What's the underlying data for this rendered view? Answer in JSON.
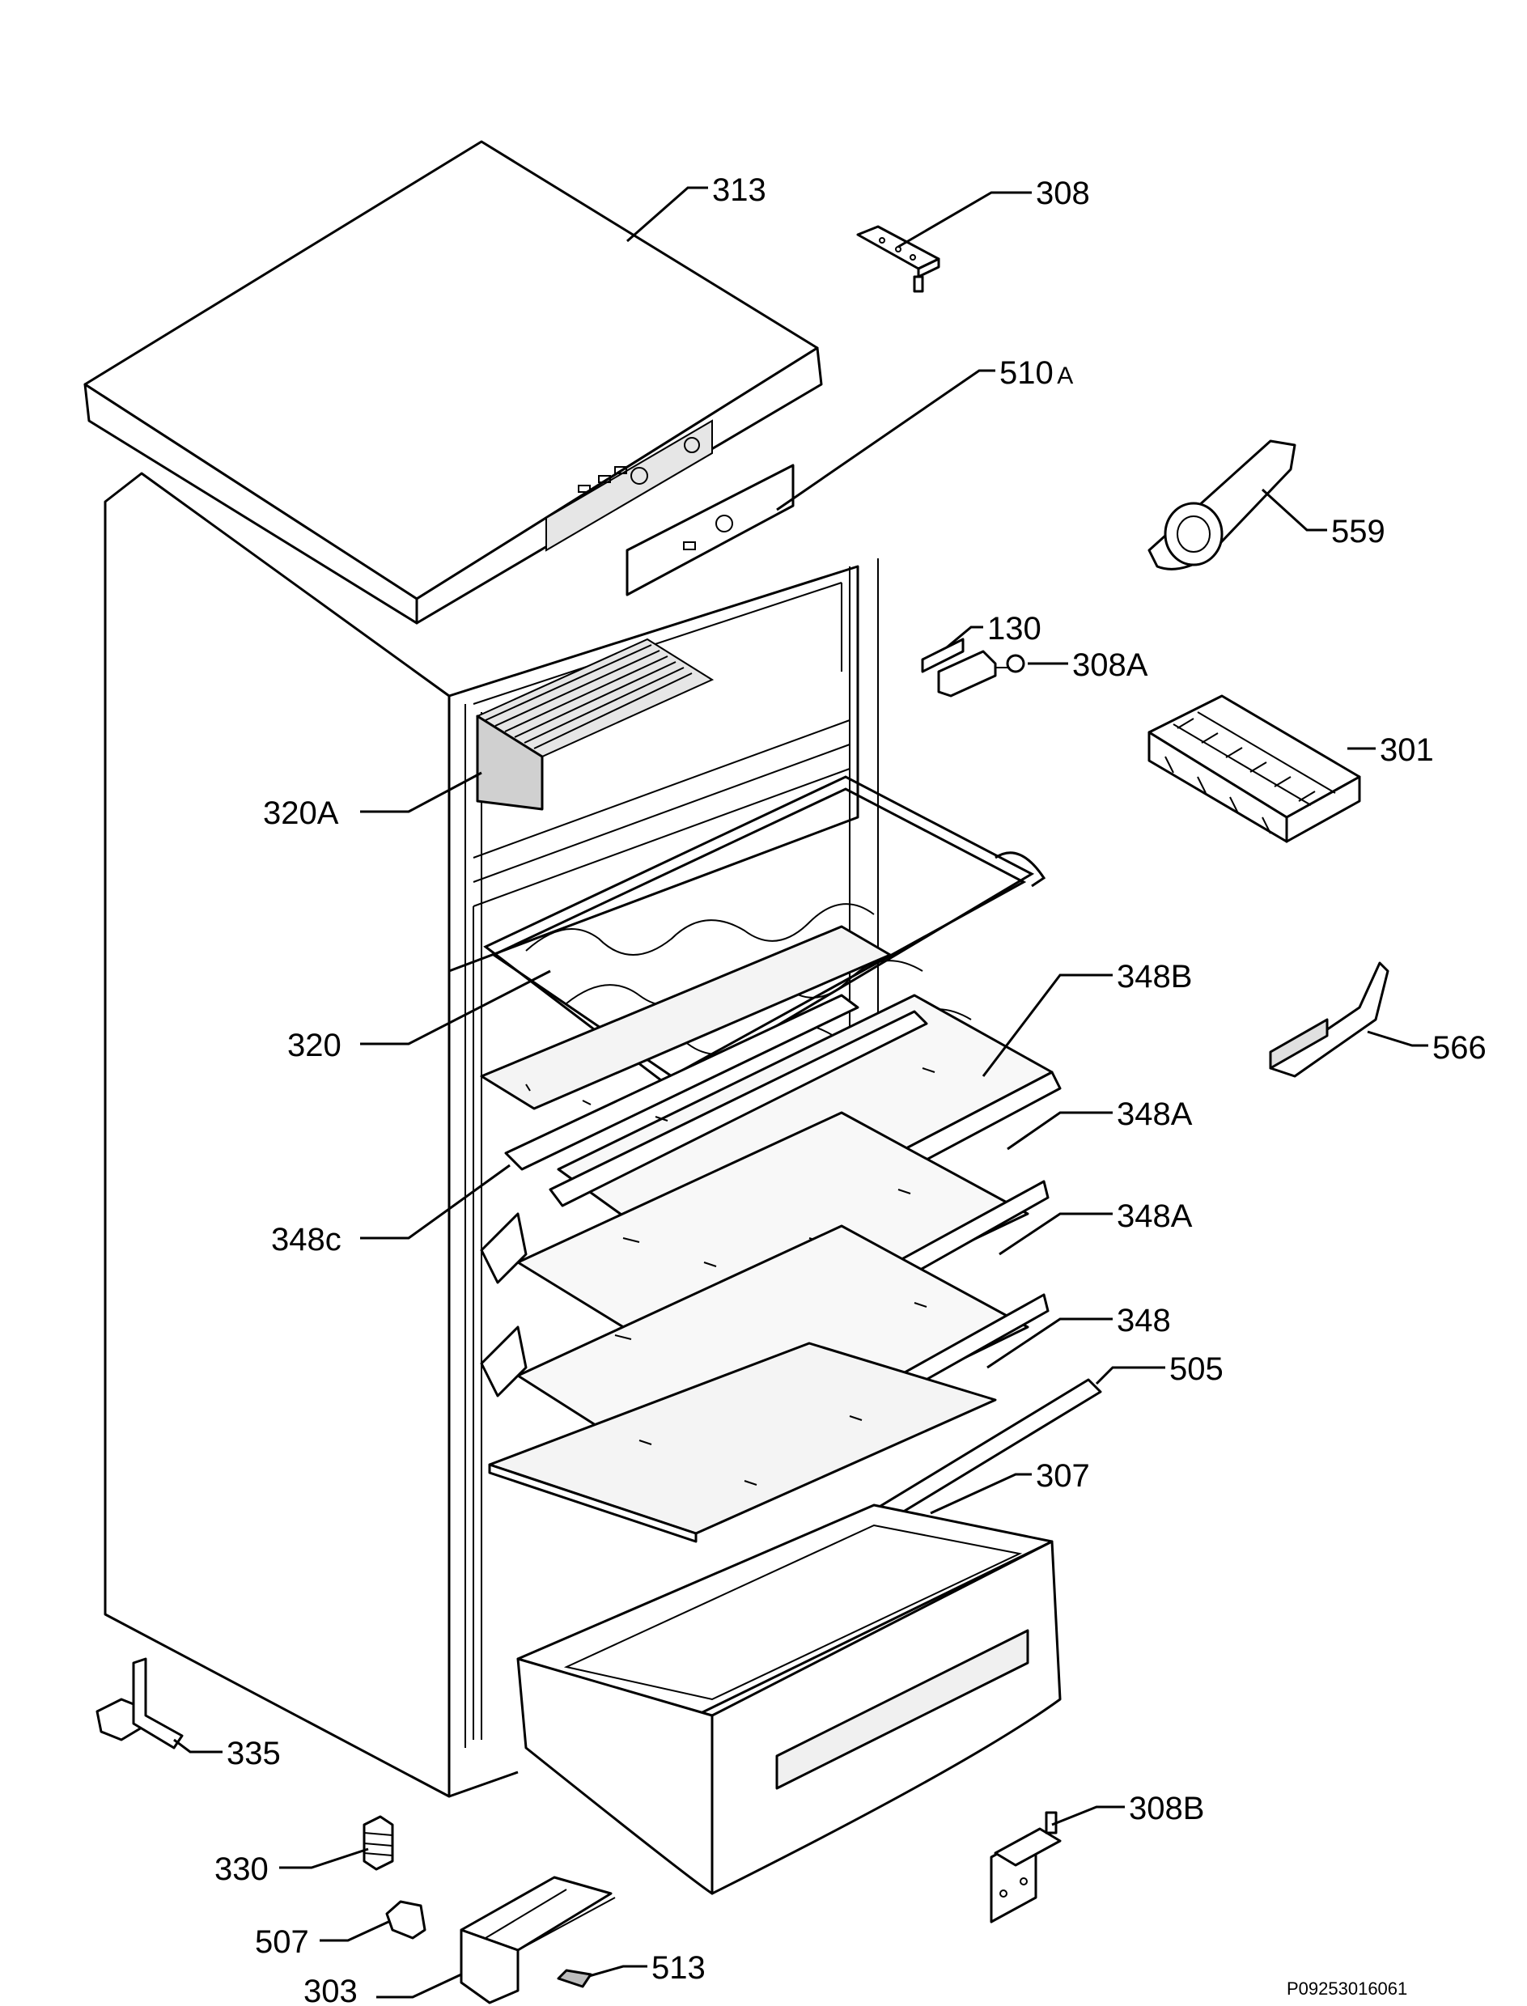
{
  "diagram": {
    "drawing_code": "P09253016061",
    "parts": [
      {
        "id": "313",
        "label": "313"
      },
      {
        "id": "308",
        "label": "308"
      },
      {
        "id": "510a",
        "label": "510",
        "suffix": "A"
      },
      {
        "id": "559",
        "label": "559"
      },
      {
        "id": "130",
        "label": "130"
      },
      {
        "id": "308a",
        "label": "308A"
      },
      {
        "id": "301",
        "label": "301"
      },
      {
        "id": "320a",
        "label": "320A"
      },
      {
        "id": "348b",
        "label": "348B"
      },
      {
        "id": "566",
        "label": "566"
      },
      {
        "id": "320",
        "label": "320"
      },
      {
        "id": "348a-upper",
        "label": "348A"
      },
      {
        "id": "348c",
        "label": "348c"
      },
      {
        "id": "348a-lower",
        "label": "348A"
      },
      {
        "id": "348",
        "label": "348"
      },
      {
        "id": "505",
        "label": "505"
      },
      {
        "id": "307",
        "label": "307"
      },
      {
        "id": "335",
        "label": "335"
      },
      {
        "id": "330",
        "label": "330"
      },
      {
        "id": "308b",
        "label": "308B"
      },
      {
        "id": "507",
        "label": "507"
      },
      {
        "id": "513",
        "label": "513"
      },
      {
        "id": "303",
        "label": "303"
      }
    ]
  }
}
